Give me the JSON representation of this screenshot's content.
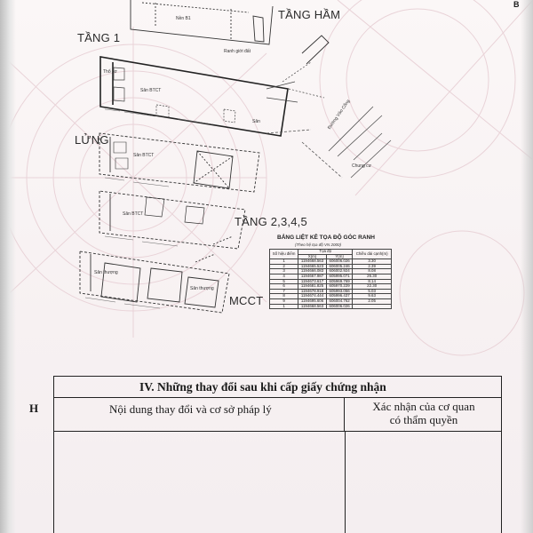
{
  "plan": {
    "labels": {
      "tang_ham": "TẦNG HẦM",
      "tang_1": "TẦNG 1",
      "lung": "LỬNG",
      "tang_2345": "TẦNG 2,3,4,5",
      "mcct": "MCCT"
    },
    "small_labels": {
      "nen_b1": "Nền B1",
      "ranh_gioi_dat": "Ranh giới đất",
      "thoi_sol": "Thổ sơ",
      "san_btct": "Sân BTCT",
      "san": "Sân",
      "duong_vao_cong": "Đường Vào Cổng",
      "chung_cu": "Chung cư",
      "san_thuong": "Sân thượng"
    }
  },
  "coord_table": {
    "title": "BẢNG LIỆT KÊ TỌA ĐỘ GÓC RANH",
    "subtitle": "(Theo hệ tọa độ VN 2000)",
    "headers": {
      "point": "Số hiệu điểm",
      "coord": "Tọa độ",
      "x": "X(m)",
      "y": "Y(m)",
      "edge": "Chiều dài cạnh(m)"
    },
    "rows": [
      {
        "p": "1",
        "x": "1194668.563",
        "y": "606006.026",
        "d": "3.30"
      },
      {
        "p": "2",
        "x": "1194665.523",
        "y": "606005.246",
        "d": "2.39"
      },
      {
        "p": "3",
        "x": "1194666.083",
        "y": "606002.924",
        "d": "8.08"
      },
      {
        "p": "4",
        "x": "1194667.987",
        "y": "605995.071",
        "d": "26.30"
      },
      {
        "p": "5",
        "x": "1194673.617",
        "y": "605969.769",
        "d": "8.14"
      },
      {
        "p": "6",
        "x": "1194681.825",
        "y": "605970.229",
        "d": "22.30"
      },
      {
        "p": "7",
        "x": "1194678.918",
        "y": "605993.056",
        "d": "5.03"
      },
      {
        "p": "8",
        "x": "1194674.444",
        "y": "605996.437",
        "d": "9.63"
      },
      {
        "p": "9",
        "x": "1194695.606",
        "y": "606004.762",
        "d": "2.05"
      },
      {
        "p": "1",
        "x": "1194668.563",
        "y": "606006.026",
        "d": ""
      }
    ]
  },
  "section4": {
    "title": "IV. Những thay đổi sau khi cấp giấy chứng nhận",
    "col1_header": "Nội dung thay đổi và cơ sở pháp lý",
    "col2_header_line1": "Xác nhận của cơ quan",
    "col2_header_line2": "có thẩm quyền"
  },
  "margin_mark": "H",
  "corner_mark": "B"
}
